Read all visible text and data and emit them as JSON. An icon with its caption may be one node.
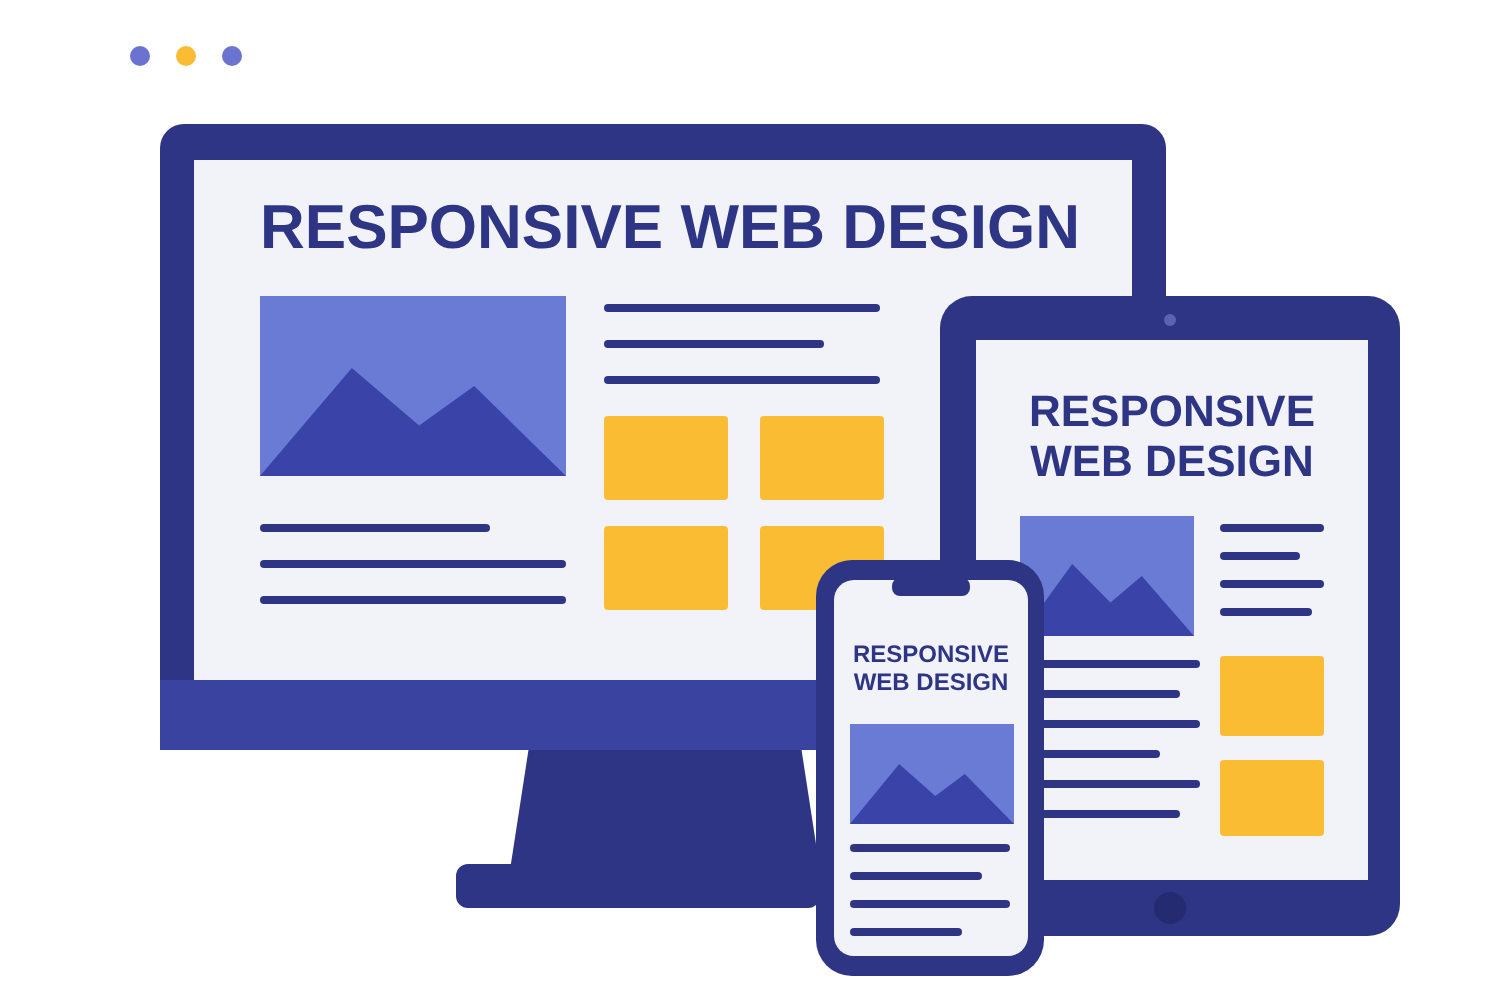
{
  "diagram": {
    "labels": [
      "RESPONSIVE WEB DESIGN",
      "RESPONSIVE WEB DESIGN",
      "RESPONSIVE WEB DESIGN"
    ]
  }
}
